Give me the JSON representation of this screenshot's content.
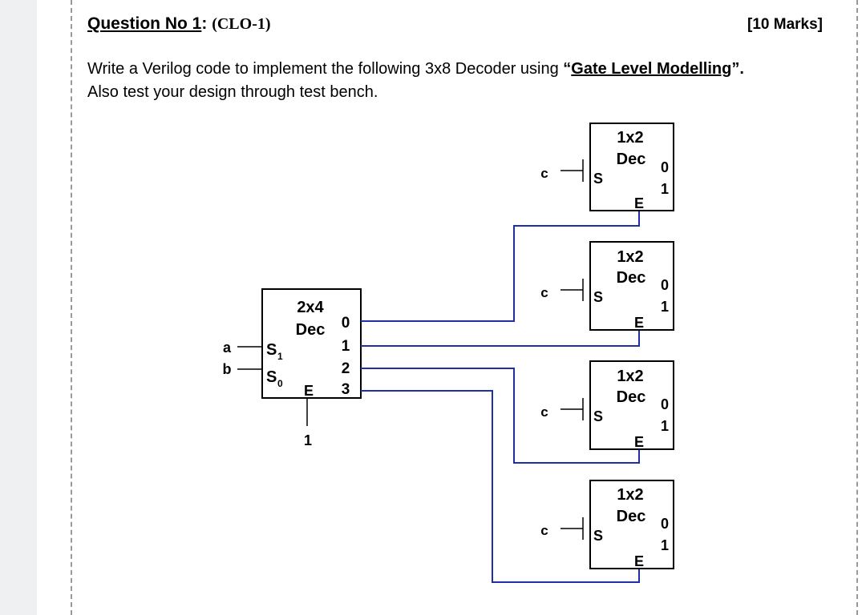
{
  "question": {
    "label": "Question No 1",
    "colon": ":",
    "clo": "(CLO-1)",
    "marks": "[10 Marks]"
  },
  "body": {
    "line1_prefix": "Write a Verilog code to implement the following 3x8 Decoder using ",
    "quote_open": "“",
    "emphasis": "Gate Level Modelling",
    "quote_close": "”.",
    "line2": "Also test your design through test bench."
  },
  "diagram": {
    "main_decoder": {
      "title_line1": "2x4",
      "title_line2": "Dec",
      "inputs": [
        {
          "signal": "a",
          "pin": "S",
          "sub": "1"
        },
        {
          "signal": "b",
          "pin": "S",
          "sub": "0"
        }
      ],
      "outputs": [
        "0",
        "1",
        "2",
        "3"
      ],
      "enable_pin": "E",
      "enable_value": "1"
    },
    "sub_decoders": [
      {
        "title_line1": "1x2",
        "title_line2": "Dec",
        "select_signal": "c",
        "select_pin": "S",
        "enable_pin": "E",
        "outputs": [
          "0",
          "1"
        ]
      },
      {
        "title_line1": "1x2",
        "title_line2": "Dec",
        "select_signal": "c",
        "select_pin": "S",
        "enable_pin": "E",
        "outputs": [
          "0",
          "1"
        ]
      },
      {
        "title_line1": "1x2",
        "title_line2": "Dec",
        "select_signal": "c",
        "select_pin": "S",
        "enable_pin": "E",
        "outputs": [
          "0",
          "1"
        ]
      },
      {
        "title_line1": "1x2",
        "title_line2": "Dec",
        "select_signal": "c",
        "select_pin": "S",
        "enable_pin": "E",
        "outputs": [
          "0",
          "1"
        ]
      }
    ],
    "colors": {
      "wire_blue": "#1f2fa8",
      "wire_black": "#000000"
    }
  }
}
